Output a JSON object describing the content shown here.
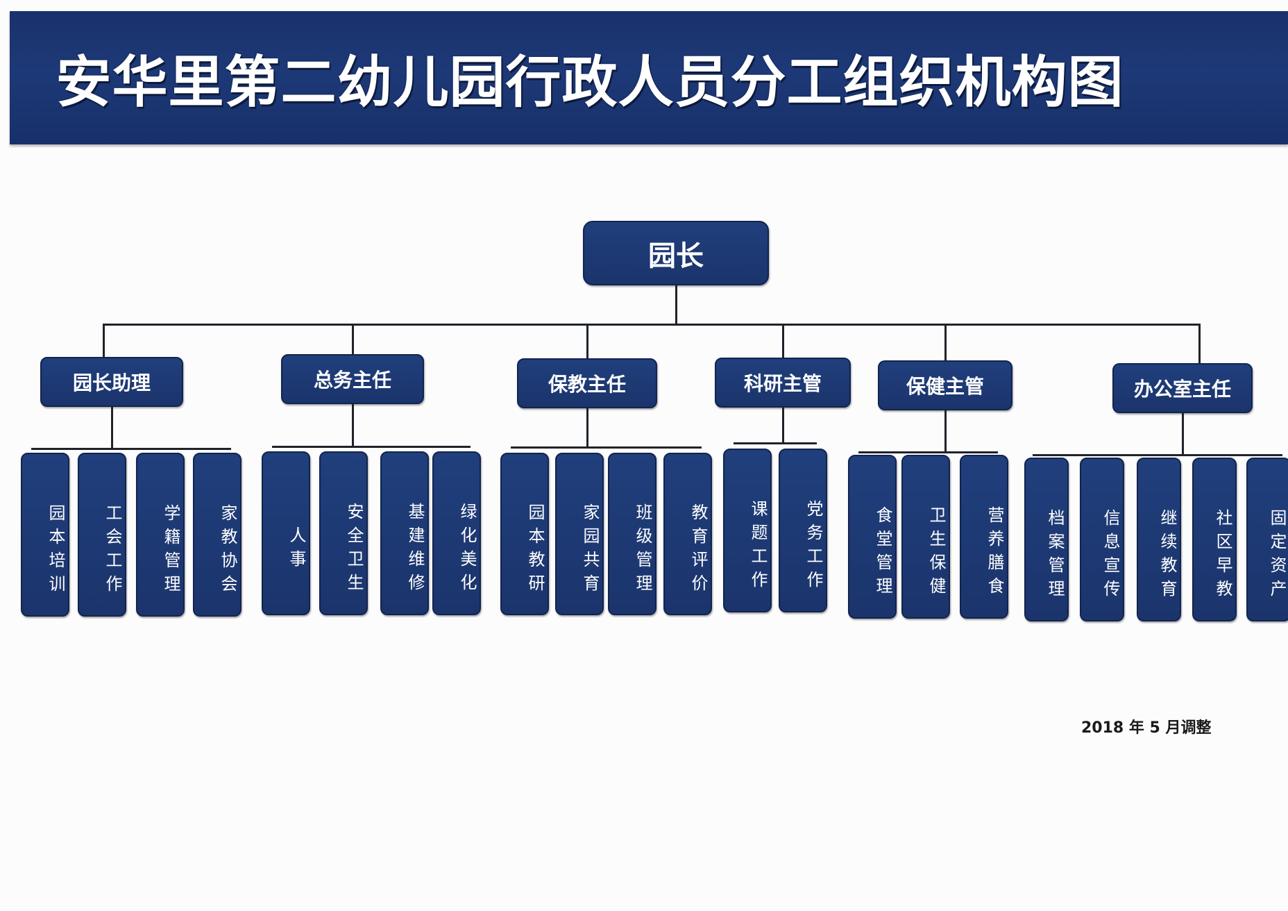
{
  "title": "安华里第二幼儿园行政人员分工组织机构图",
  "root": "园长",
  "managers": [
    {
      "label": "园长助理",
      "tasks": [
        "园本培训",
        "工会工作",
        "学籍管理",
        "家教协会"
      ]
    },
    {
      "label": "总务主任",
      "tasks": [
        "人事",
        "安全卫生",
        "基建维修",
        "绿化美化"
      ]
    },
    {
      "label": "保教主任",
      "tasks": [
        "园本教研",
        "家园共育",
        "班级管理",
        "教育评价"
      ]
    },
    {
      "label": "科研主管",
      "tasks": [
        "课题工作",
        "党务工作"
      ]
    },
    {
      "label": "保健主管",
      "tasks": [
        "食堂管理",
        "卫生保健",
        "营养膳食"
      ]
    },
    {
      "label": "办公室主任",
      "tasks": [
        "档案管理",
        "信息宣传",
        "继续教育",
        "社区早教",
        "固定资产"
      ]
    }
  ],
  "note": "2018 年 5 月调整",
  "colors": {
    "banner": "#1d3977",
    "box": "#1f3c78",
    "line": "#1f2329"
  }
}
